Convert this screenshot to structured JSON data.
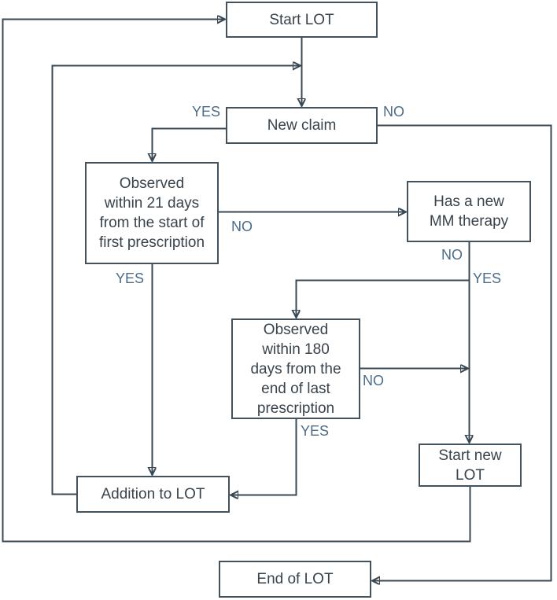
{
  "diagram": {
    "type": "flowchart",
    "background": "#ffffff",
    "colors": {
      "connector": "#394853",
      "node_border": "#44525d",
      "node_text": "#39434c",
      "branch_label": "#4c6c88"
    },
    "nodes": [
      {
        "id": "start-lot",
        "label": "Start LOT"
      },
      {
        "id": "new-claim",
        "label": "New claim"
      },
      {
        "id": "observed-21",
        "label": "Observed\nwithin 21 days\nfrom the start of\nfirst prescription"
      },
      {
        "id": "has-new-mm",
        "label": "Has a new\nMM therapy"
      },
      {
        "id": "observed-180",
        "label": "Observed\nwithin 180\ndays from the\nend of last\nprescription"
      },
      {
        "id": "start-new-lot",
        "label": "Start new\nLOT"
      },
      {
        "id": "addition-lot",
        "label": "Addition to LOT"
      },
      {
        "id": "end-lot",
        "label": "End of LOT"
      }
    ],
    "branch_labels": [
      {
        "at": "new-claim-yes",
        "text": "YES"
      },
      {
        "at": "new-claim-no",
        "text": "NO"
      },
      {
        "at": "observed-21-no",
        "text": "NO"
      },
      {
        "at": "observed-21-yes",
        "text": "YES"
      },
      {
        "at": "has-new-mm-no",
        "text": "NO"
      },
      {
        "at": "has-new-mm-yes",
        "text": "YES"
      },
      {
        "at": "observed-180-no",
        "text": "NO"
      },
      {
        "at": "observed-180-yes",
        "text": "YES"
      }
    ],
    "edges": [
      {
        "from": "start-lot",
        "to": "new-claim",
        "label": ""
      },
      {
        "from": "new-claim",
        "to": "observed-21",
        "label": "YES"
      },
      {
        "from": "new-claim",
        "to": "end-lot",
        "label": "NO"
      },
      {
        "from": "observed-21",
        "to": "has-new-mm",
        "label": "NO"
      },
      {
        "from": "observed-21",
        "to": "addition-lot",
        "label": "YES"
      },
      {
        "from": "has-new-mm",
        "to": "observed-180",
        "label": "NO"
      },
      {
        "from": "has-new-mm",
        "to": "start-new-lot",
        "label": "YES"
      },
      {
        "from": "observed-180",
        "to": "start-new-lot",
        "label": "NO"
      },
      {
        "from": "observed-180",
        "to": "addition-lot",
        "label": "YES"
      },
      {
        "from": "addition-lot",
        "to": "new-claim",
        "label": ""
      },
      {
        "from": "start-new-lot",
        "to": "start-lot",
        "label": ""
      }
    ]
  }
}
